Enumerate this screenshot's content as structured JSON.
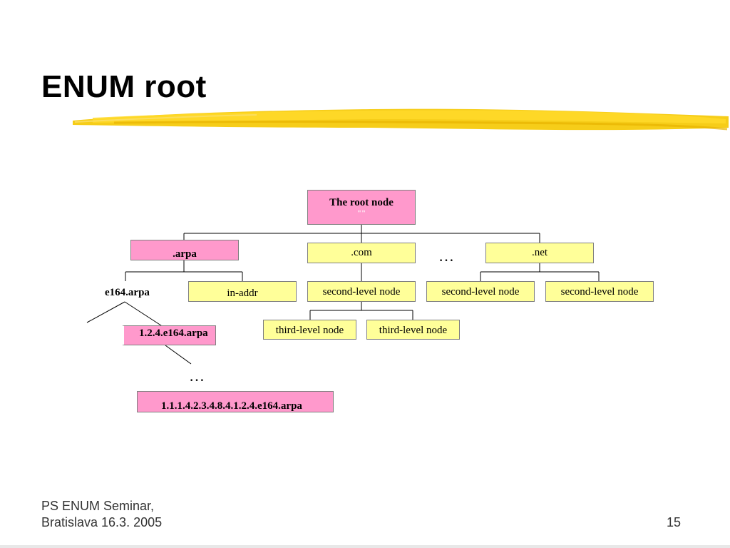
{
  "slide": {
    "title": "ENUM root",
    "page_number": "15"
  },
  "footer": {
    "line1": "PS ENUM Seminar,",
    "line2": "Bratislava 16.3. 2005"
  },
  "tree": {
    "root": {
      "label": "The root node",
      "sublabel": "\"\""
    },
    "arpa": ".arpa",
    "com": ".com",
    "net": ".net",
    "ellipsis": "…",
    "e164": "e164.arpa",
    "in_addr": "in-addr",
    "com_second": "second-level node",
    "net_second_1": "second-level node",
    "net_second_2": "second-level node",
    "third_1": "third-level node",
    "third_2": "third-level node",
    "e164_child": "1.2.4.e164.arpa",
    "e164_ellipsis": "…",
    "full_number": "1.1.1.4.2.3.4.8.4.1.2.4.e164.arpa"
  },
  "colors": {
    "pink": "#ff99cc",
    "yellow": "#ffff99",
    "brush": "#f2c500"
  }
}
